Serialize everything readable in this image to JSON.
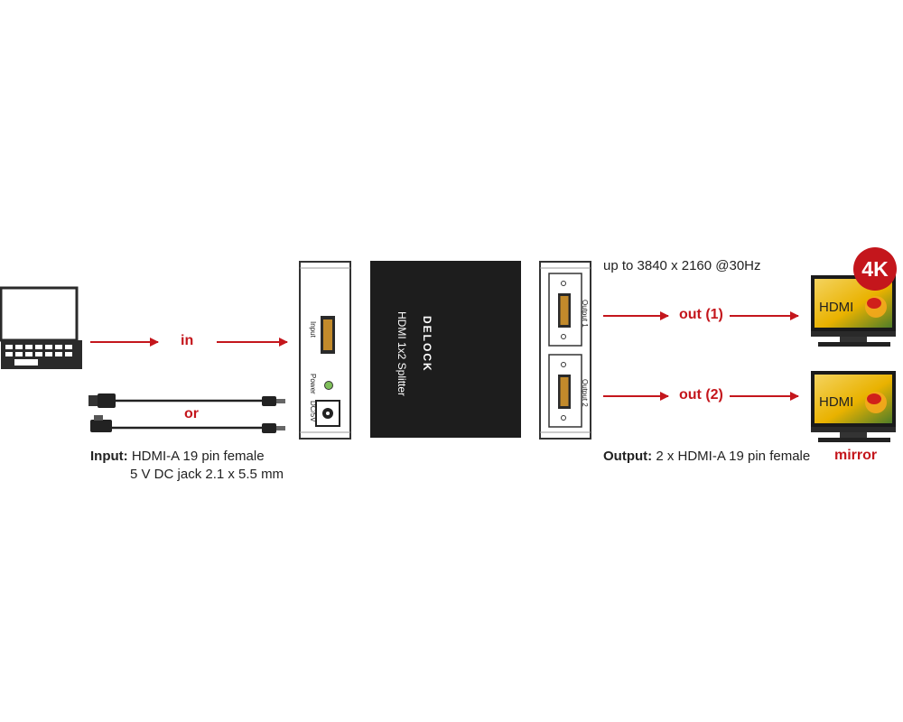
{
  "flow": {
    "in_label": "in",
    "or_label": "or",
    "out1_label": "out (1)",
    "out2_label": "out (2)",
    "mirror_label": "mirror"
  },
  "resolution": {
    "text": "up to 3840 x 2160 @30Hz",
    "badge": "4K"
  },
  "input_spec": {
    "title": "Input:",
    "line1": "HDMI-A 19 pin female",
    "line2": "5 V DC jack 2.1 x 5.5 mm"
  },
  "output_spec": {
    "title": "Output:",
    "line1": "2 x HDMI-A 19 pin female"
  },
  "device": {
    "brand": "DELOCK",
    "model": "HDMI 1x2 Splitter",
    "port_input": "Input",
    "port_power": "Power",
    "port_dc": "DC/5V",
    "port_out1": "Output 1",
    "port_out2": "Output 2"
  },
  "monitors": {
    "screen1_text": "HDMI",
    "screen2_text": "HDMI"
  },
  "colors": {
    "accent_red": "#c4161c",
    "device_black": "#1d1d1d"
  }
}
